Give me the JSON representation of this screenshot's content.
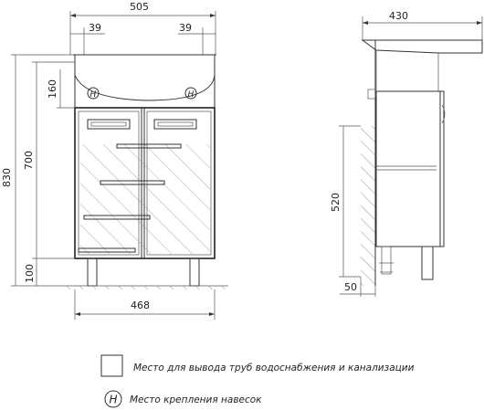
{
  "dimensions": {
    "front_width": "505",
    "basin_left_offset": "39",
    "basin_right_offset": "39",
    "total_height": "830",
    "cabinet_height": "700",
    "basin_height": "160",
    "leg_height": "100",
    "cabinet_width": "468",
    "side_depth": "430",
    "pipe_zone_height": "520",
    "pipe_zone_depth": "50"
  },
  "markers": {
    "mount_symbol": "H"
  },
  "legend": {
    "pipes_text": "Место для вывода труб водоснабжения и канализации",
    "mount_text": "Место крепления навесок",
    "mount_symbol": "H"
  }
}
